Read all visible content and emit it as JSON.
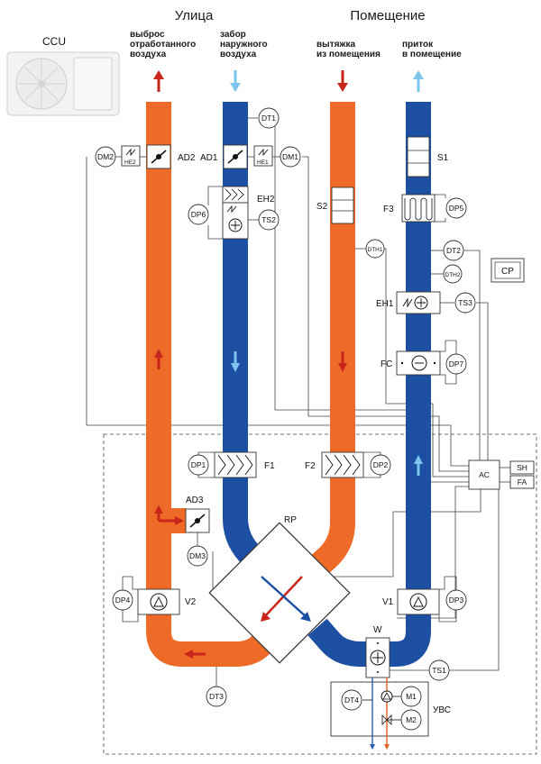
{
  "headers": {
    "street": "Улица",
    "room": "Помещение"
  },
  "ccu": "CCU",
  "streams": {
    "exhaust_out": [
      "выброс",
      "отработанного",
      "воздуха"
    ],
    "intake": [
      "забор",
      "наружного",
      "воздуха"
    ],
    "extract": [
      "вытяжка",
      "из помещения"
    ],
    "supply": [
      "приток",
      "в помещение"
    ]
  },
  "components": {
    "dt1": "DT1",
    "dt2": "DT2",
    "dt3": "DT3",
    "dth1": "DTH1",
    "dth2": "DTH2",
    "dm1": "DM1",
    "dm2": "DM2",
    "dm3": "DM3",
    "he1": "HE1",
    "he2": "HE2",
    "ad1": "AD1",
    "ad2": "AD2",
    "ad3": "AD3",
    "eh1": "EH1",
    "eh2": "EH2",
    "dp1": "DP1",
    "dp2": "DP2",
    "dp3": "DP3",
    "dp4": "DP4",
    "dp5": "DP5",
    "dp6": "DP6",
    "dp7": "DP7",
    "ts1": "TS1",
    "ts2": "TS2",
    "ts3": "TS3",
    "s1": "S1",
    "s2": "S2",
    "f1": "F1",
    "f2": "F2",
    "f3": "F3",
    "fc": "FC",
    "cp": "CP",
    "ac": "AC",
    "sh": "SH",
    "fa": "FA",
    "rp": "RP",
    "v1": "V1",
    "v2": "V2",
    "w": "W",
    "dt4": "DT4",
    "m1": "M1",
    "m2": "M2",
    "uvs": "УВС"
  },
  "colors": {
    "warm": "#ee6a28",
    "cold": "#1d4fa3",
    "arrow_red": "#c8251b",
    "arrow_blue": "#7dc4ee"
  }
}
